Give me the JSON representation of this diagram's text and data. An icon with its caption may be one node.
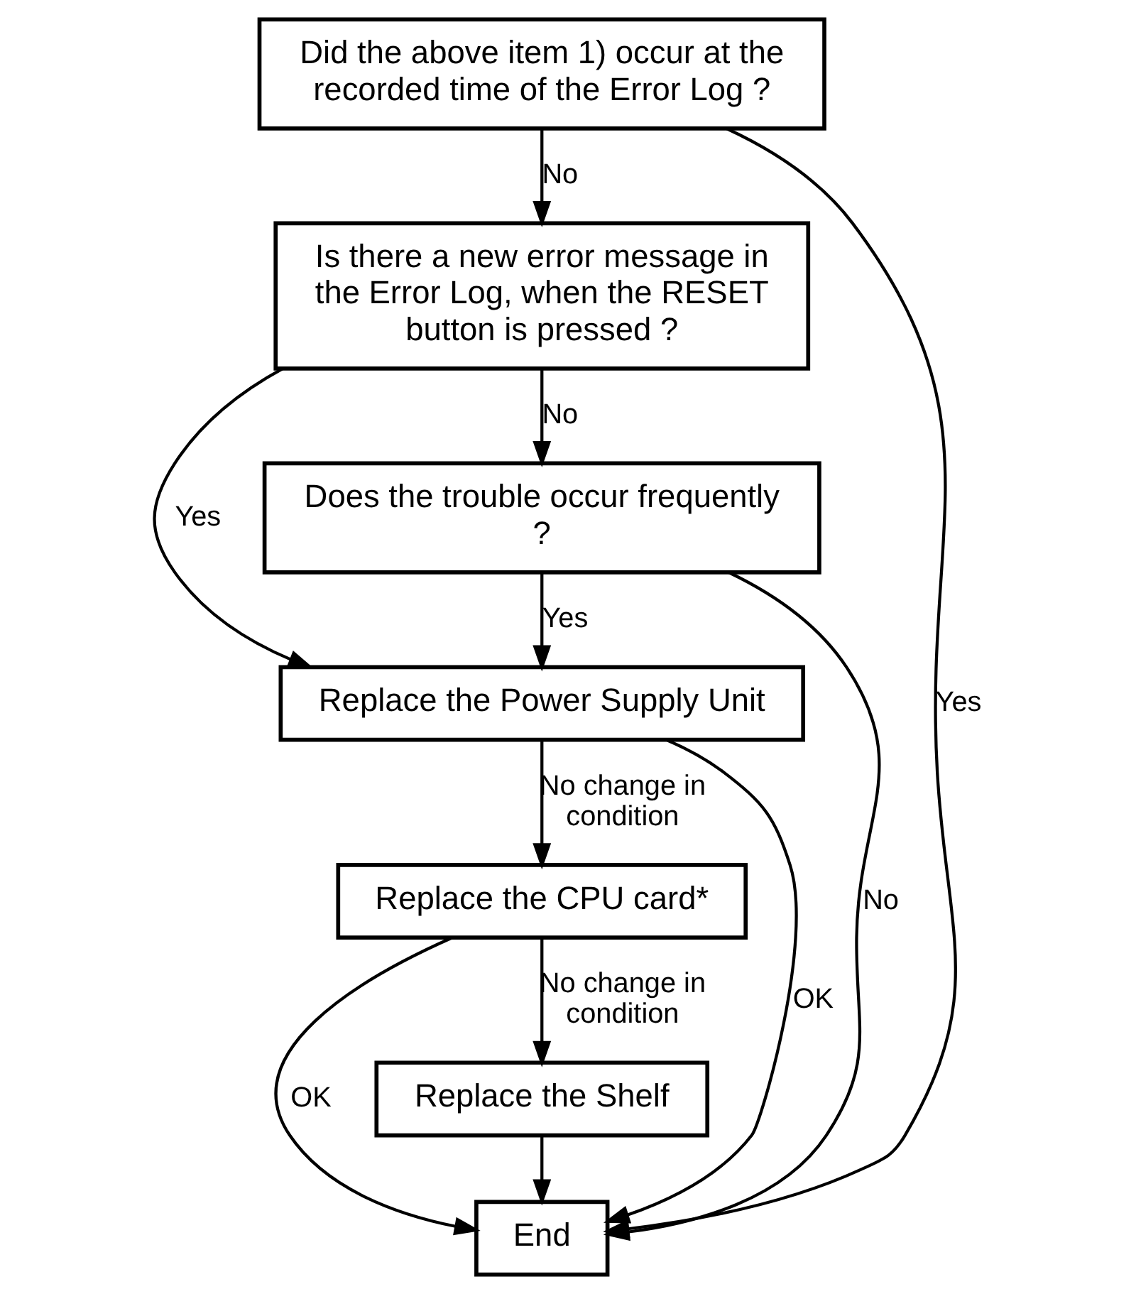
{
  "diagram": {
    "nodes": [
      {
        "text": [
          "Did the above item 1) occur at the recorded time of the Error Log ?"
        ]
      },
      {
        "text": [
          "Is there a new error message in the Error Log, when the RESET button is pressed ?"
        ]
      },
      {
        "text": [
          "Does the trouble occur frequently ?"
        ]
      },
      {
        "text": [
          "Replace the Power Supply Unit"
        ]
      },
      {
        "text": [
          "Replace the CPU card*"
        ]
      },
      {
        "text": [
          "Replace the Shelf"
        ]
      },
      {
        "text": [
          "End"
        ]
      }
    ],
    "edges": [
      {
        "from": 0,
        "to": 1,
        "arrow": "to",
        "label": "No"
      },
      {
        "from": 0,
        "to": 6,
        "arrow": "to",
        "label": "Yes"
      },
      {
        "from": 1,
        "to": 3,
        "arrow": "to",
        "label": "Yes"
      },
      {
        "from": 1,
        "to": 2,
        "arrow": "to",
        "label": "No"
      },
      {
        "from": 2,
        "to": 6,
        "arrow": "to",
        "label": "No"
      },
      {
        "from": 2,
        "to": 3,
        "arrow": "to",
        "label": "Yes"
      },
      {
        "from": 3,
        "to": 6,
        "arrow": "to",
        "label": "OK"
      },
      {
        "from": 3,
        "to": 4,
        "arrow": "to",
        "label": "No change in condition"
      },
      {
        "from": 4,
        "to": 6,
        "arrow": "to",
        "label": "OK"
      },
      {
        "from": 4,
        "to": 5,
        "arrow": "to",
        "label": "No change in condition"
      },
      {
        "from": 5,
        "to": 6,
        "arrow": "to"
      }
    ]
  }
}
